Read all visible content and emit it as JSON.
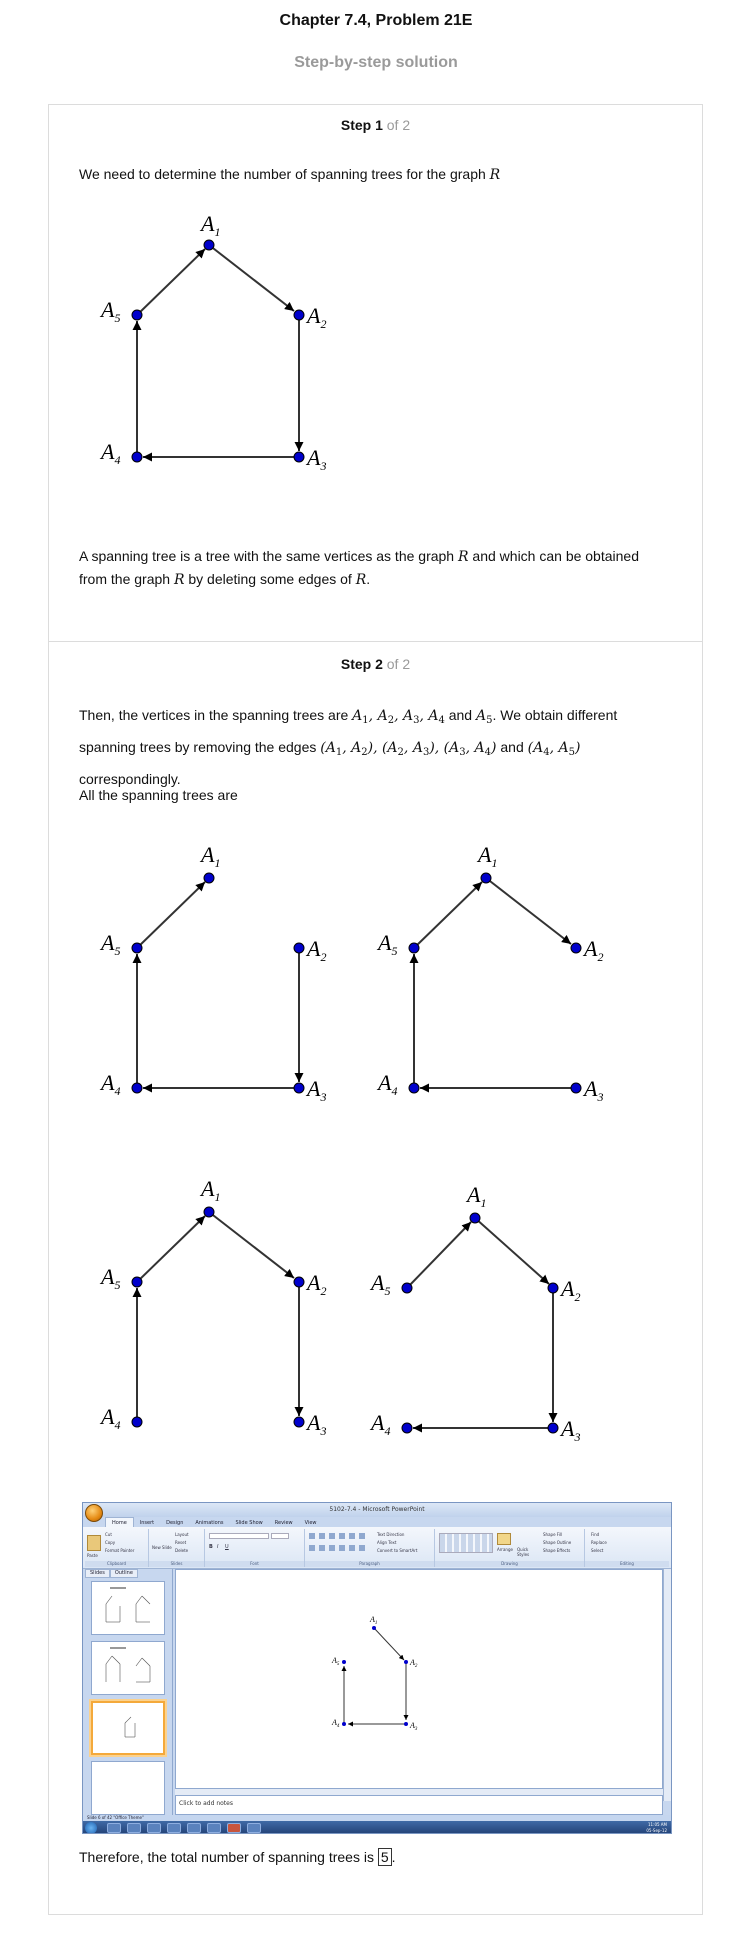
{
  "header": {
    "title": "Chapter 7.4, Problem 21E",
    "subtitle": "Step-by-step solution"
  },
  "step1": {
    "label": "Step 1",
    "of": "of 2",
    "intro_before": "We need to determine the number of spanning trees for the graph ",
    "intro_var": "R",
    "def_part1": "A spanning tree is a tree with the same vertices as the graph ",
    "def_var1": "R",
    "def_part2": " and which can be obtained from the graph ",
    "def_var2": "R",
    "def_part3": " by deleting some edges of ",
    "def_var3": "R",
    "def_part4": "."
  },
  "step2": {
    "label": "Step 2",
    "of": "of 2",
    "para_part1": "Then, the vertices in the spanning trees are ",
    "para_part2": "and ",
    "para_part3": ". We obtain different spanning trees by removing the edges ",
    "para_part4": "and ",
    "para_part5": " correspondingly.",
    "all_trees": "All the spanning trees are",
    "conclusion_before": "Therefore, the total number of spanning trees is ",
    "answer": "5",
    "conclusion_after": "."
  },
  "vertex_labels": {
    "A1": {
      "base": "A",
      "sub": "1"
    },
    "A2": {
      "base": "A",
      "sub": "2"
    },
    "A3": {
      "base": "A",
      "sub": "3"
    },
    "A4": {
      "base": "A",
      "sub": "4"
    },
    "A5": {
      "base": "A",
      "sub": "5"
    }
  },
  "colors": {
    "vertex": "#0000cc",
    "edge": "#333333",
    "muted": "#9a9a9a"
  },
  "powerpoint": {
    "window_title": "5102-7.4 - Microsoft PowerPoint",
    "tabs": [
      "Home",
      "Insert",
      "Design",
      "Animations",
      "Slide Show",
      "Review",
      "View"
    ],
    "groups": [
      "Clipboard",
      "Slides",
      "Font",
      "Paragraph",
      "Drawing",
      "Editing"
    ],
    "clipboard_items": [
      "Cut",
      "Copy",
      "Format Painter"
    ],
    "paste_label": "Paste",
    "slides_items": [
      "Layout",
      "Reset",
      "Delete"
    ],
    "new_slide_label": "New Slide",
    "paragraph_items": [
      "Text Direction",
      "Align Text",
      "Convert to SmartArt"
    ],
    "drawing_items": [
      "Arrange",
      "Quick Styles",
      "Shape Fill",
      "Shape Outline",
      "Shape Effects"
    ],
    "editing_items": [
      "Find",
      "Replace",
      "Select"
    ],
    "side_tabs": [
      "Slides",
      "Outline"
    ],
    "notes_placeholder": "Click to add notes",
    "status": "Slide 6 of 42   \"Office Theme\"",
    "clock_time": "11:05 AM",
    "clock_date": "05-Sep-12"
  }
}
